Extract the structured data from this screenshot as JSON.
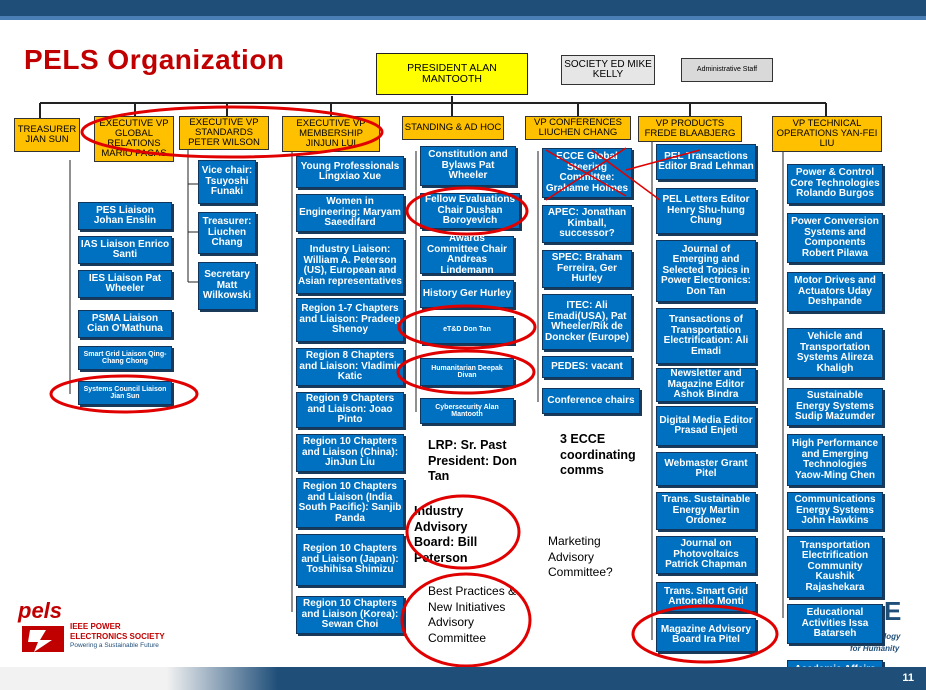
{
  "title": "PELS Organization",
  "president": "PRESIDENT ALAN MANTOOTH",
  "society_ed": "SOCIETY ED MIKE KELLY",
  "admin_staff": "Administrative Staff",
  "officers": {
    "treasurer": "TREASURER JIAN SUN",
    "global": "EXECUTIVE VP GLOBAL RELATIONS MARIO PACAS",
    "standards": "EXECUTIVE VP STANDARDS PETER WILSON",
    "membership": "EXECUTIVE VP MEMBERSHIP JINJUN LUI",
    "standing": "STANDING & AD HOC",
    "conferences": "VP CONFERENCES LIUCHEN CHANG",
    "products": "VP PRODUCTS FREDE BLAABJERG",
    "technical": "VP TECHNICAL OPERATIONS YAN-FEI LIU"
  },
  "global_items": [
    "PES Liaison Johan Enslin",
    "IAS Liaison Enrico Santi",
    "IES Liaison Pat Wheeler",
    "PSMA Liaison Cian O'Mathuna",
    "Smart Grid Liaison Qing-Chang Chong",
    "Systems Council Liaison Jian Sun"
  ],
  "standards_items": [
    "Vice chair: Tsuyoshi Funaki",
    "Treasurer: Liuchen Chang",
    "Secretary Matt Wilkowski"
  ],
  "membership_items": [
    "Young Professionals Lingxiao Xue",
    "Women in Engineering: Maryam Saeedifard",
    "Industry Liaison: William A. Peterson (US), European and Asian representatives",
    "Region 1-7 Chapters and Liaison: Pradeep Shenoy",
    "Region 8 Chapters and Liaison: Vladimir Katic",
    "Region 9 Chapters and Liaison: Joao Pinto",
    "Region 10 Chapters and Liaison (China): JinJun Liu",
    "Region 10 Chapters and Liaison (India South Pacific): Sanjib Panda",
    "Region 10 Chapters and Liaison (Japan): Toshihisa Shimizu",
    "Region 10 Chapters and Liaison (Korea): Sewan Choi"
  ],
  "standing_items": [
    "Constitution and Bylaws Pat Wheeler",
    "Fellow Evaluations Chair Dushan Boroyevich",
    "Awards Committee Chair Andreas Lindemann",
    "History Ger Hurley",
    "eT&D Don Tan",
    "Humanitarian Deepak Divan",
    "Cybersecurity Alan Mantooth"
  ],
  "conference_items": [
    "ECCE Global Steering Committee: Grahame Holmes",
    "APEC: Jonathan Kimball, successor?",
    "SPEC: Braham Ferreira, Ger Hurley",
    "ITEC: Ali Emadi(USA), Pat Wheeler/Rik de Doncker (Europe)",
    "PEDES: vacant",
    "Conference chairs"
  ],
  "product_items": [
    "PEL Transactions Editor Brad Lehman",
    "PEL Letters Editor Henry Shu-hung Chung",
    "Journal of Emerging and Selected Topics in Power Electronics: Don Tan",
    "Transactions of Transportation Electrification: Ali Emadi",
    "Newsletter and Magazine Editor Ashok Bindra",
    "Digital Media Editor Prasad Enjeti",
    "Webmaster Grant Pitel",
    "Trans. Sustainable Energy Martin Ordonez",
    "Journal on Photovoltaics Patrick Chapman",
    "Trans. Smart Grid Antonello Monti",
    "Magazine Advisory Board Ira Pitel"
  ],
  "technical_items": [
    "Power & Control Core Technologies Rolando Burgos",
    "Power Conversion Systems and Components Robert Pilawa",
    "Motor Drives and Actuators Uday Deshpande",
    "Vehicle and Transportation Systems Alireza Khaligh",
    "Sustainable Energy Systems Sudip Mazumder",
    "High Performance and Emerging Technologies Yaow-Ming Chen",
    "Communications Energy Systems John Hawkins",
    "Transportation Electrification Community Kaushik Rajashekara",
    "Educational Activities Issa Batarseh",
    "Academic Affairs Jin Wang"
  ],
  "notes": {
    "lrp": "LRP: Sr. Past President: Don Tan",
    "ecce": "3 ECCE coordinating comms",
    "industry_board": "Industry Advisory Board: Bill Peterson",
    "marketing": "Marketing Advisory Committee?",
    "best_practices": "Best Practices & New Initiatives Advisory Committee"
  },
  "logo": {
    "wordmark": "pels",
    "org_line1": "IEEE POWER",
    "org_line2": "ELECTRONICS SOCIETY",
    "tagline": "Powering a Sustainable Future"
  },
  "partial_ieee": {
    "letter": "E",
    "line1": "logy",
    "line2": "for Humanity"
  },
  "page_number": "11",
  "colors": {
    "red_circle": "#e00000",
    "box_blue": "#0070c0",
    "officer_gold": "#ffc000",
    "president_yellow": "#ffff00",
    "title_red": "#c00000"
  }
}
